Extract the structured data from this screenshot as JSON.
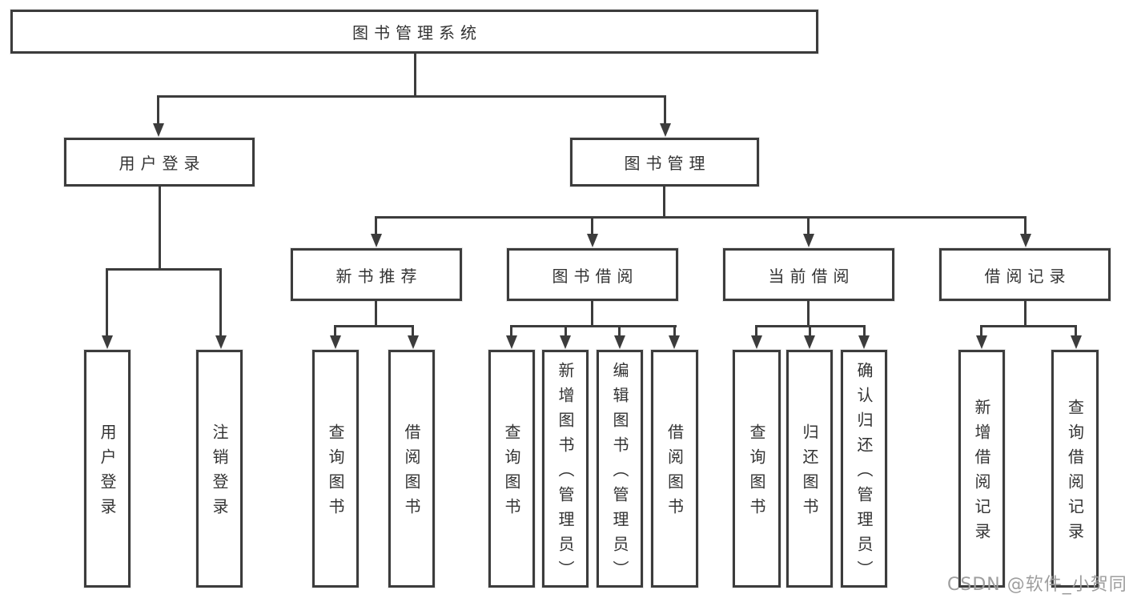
{
  "diagram": {
    "type": "hierarchy-tree",
    "watermark": "CSDN @软件_小贺同学",
    "colors": {
      "line": "#3c3c3c",
      "box_border": "#3c3c3c",
      "text": "#333333",
      "background": "#ffffff",
      "watermark": "#9e9e9e"
    },
    "nodes": {
      "root": {
        "label": "图书管理系统",
        "parent": null
      },
      "userLogin": {
        "label": "用户登录",
        "parent": "root"
      },
      "bookMgmt": {
        "label": "图书管理",
        "parent": "root"
      },
      "newBookRec": {
        "label": "新书推荐",
        "parent": "bookMgmt"
      },
      "bookBorrow": {
        "label": "图书借阅",
        "parent": "bookMgmt"
      },
      "currentBorrow": {
        "label": "当前借阅",
        "parent": "bookMgmt"
      },
      "borrowHistory": {
        "label": "借阅记录",
        "parent": "bookMgmt"
      },
      "leafUserLogin": {
        "label": "用户登录",
        "parent": "userLogin"
      },
      "leafLogout": {
        "label": "注销登录",
        "parent": "userLogin"
      },
      "leafQueryBook1": {
        "label": "查询图书",
        "parent": "newBookRec"
      },
      "leafBorrowBook1": {
        "label": "借阅图书",
        "parent": "newBookRec"
      },
      "leafQueryBook2": {
        "label": "查询图书",
        "parent": "bookBorrow"
      },
      "leafAddBook": {
        "label": "新增图书（管理员）",
        "parent": "bookBorrow"
      },
      "leafEditBook": {
        "label": "编辑图书（管理员）",
        "parent": "bookBorrow"
      },
      "leafBorrowBook2": {
        "label": "借阅图书",
        "parent": "bookBorrow"
      },
      "leafQueryBook3": {
        "label": "查询图书",
        "parent": "currentBorrow"
      },
      "leafReturnBook": {
        "label": "归还图书",
        "parent": "currentBorrow"
      },
      "leafConfirmRet": {
        "label": "确认归还（管理员）",
        "parent": "currentBorrow"
      },
      "leafAddRecord": {
        "label": "新增借阅记录",
        "parent": "borrowHistory"
      },
      "leafQueryRecord": {
        "label": "查询借阅记录",
        "parent": "borrowHistory"
      }
    }
  }
}
